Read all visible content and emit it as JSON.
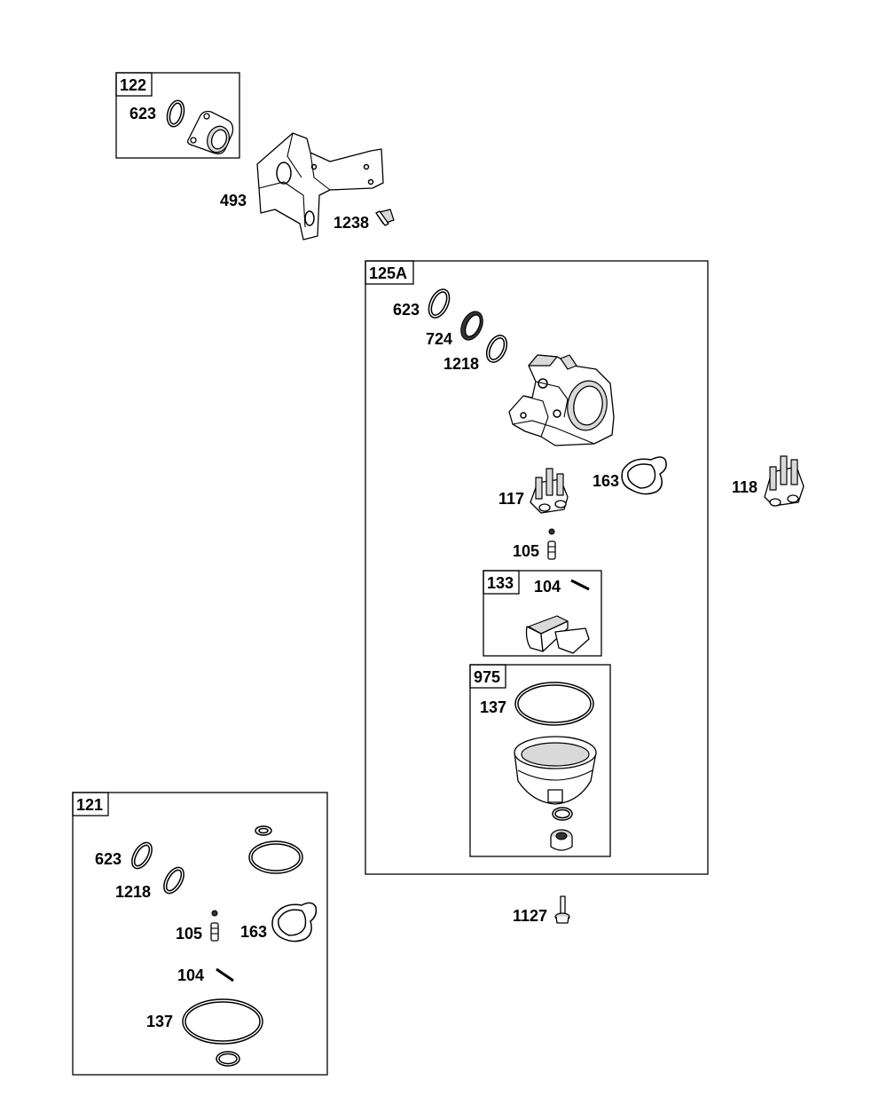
{
  "kits": {
    "k122": "122",
    "k125a": "125A",
    "k133": "133",
    "k975": "975",
    "k121": "121"
  },
  "labels": {
    "l623_a": "623",
    "l493": "493",
    "l1238": "1238",
    "l623_b": "623",
    "l724": "724",
    "l1218_a": "1218",
    "l117": "117",
    "l163_a": "163",
    "l118": "118",
    "l105_a": "105",
    "l104_a": "104",
    "l137_a": "137",
    "l1127": "1127",
    "l623_c": "623",
    "l1218_b": "1218",
    "l105_b": "105",
    "l163_b": "163",
    "l104_b": "104",
    "l137_b": "137"
  }
}
